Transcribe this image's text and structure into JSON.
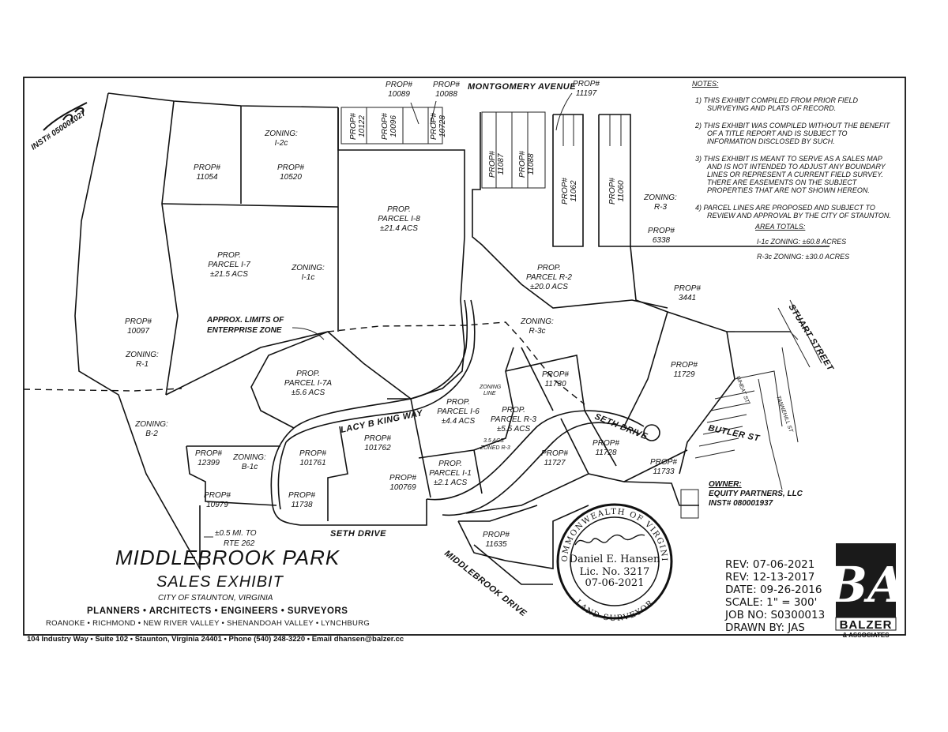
{
  "title": {
    "line1": "MIDDLEBROOK PARK",
    "line2": "SALES EXHIBIT",
    "city": "CITY OF STAUNTON, VIRGINIA"
  },
  "firm": {
    "services": "PLANNERS • ARCHITECTS • ENGINEERS • SURVEYORS",
    "branches": "ROANOKE • RICHMOND • NEW RIVER VALLEY • SHENANDOAH VALLEY • LYNCHBURG",
    "address": "104 Industry Way • Suite 102 • Staunton, Virginia 24401 • Phone (540) 248-3220 • Email dhansen@balzer.cc",
    "logo_letters": "BA",
    "logo_name": "BALZER",
    "logo_sub": "& ASSOCIATES"
  },
  "revisions": {
    "rev1": "REV: 07-06-2021",
    "rev2": "REV: 12-13-2017",
    "date": "DATE: 09-26-2016",
    "scale": "SCALE: 1\" = 300'",
    "job": "JOB NO: S0300013",
    "drawn": "DRAWN BY: JAS"
  },
  "seal": {
    "ring_top": "COMMONWEALTH OF VIRGINIA",
    "ring_bottom": "LAND SURVEYOR",
    "name": "Daniel E. Hansen",
    "license": "Lic. No. 3217",
    "date": "07-06-2021"
  },
  "notes": {
    "heading": "NOTES:",
    "items": [
      [
        "1)  THIS EXHIBIT COMPILED FROM PRIOR FIELD",
        "SURVEYING AND PLATS OF RECORD."
      ],
      [
        "2)  THIS EXHIBIT WAS COMPILED WITHOUT THE BENEFIT",
        "OF A TITLE REPORT AND IS SUBJECT TO",
        "INFORMATION DISCLOSED BY SUCH."
      ],
      [
        "3)  THIS EXHIBIT IS MEANT TO SERVE AS A SALES MAP",
        "AND IS NOT INTENDED TO ADJUST ANY BOUNDARY",
        "LINES OR REPRESENT A CURRENT FIELD SURVEY.",
        "THERE ARE EASEMENTS ON THE SUBJECT",
        "PROPERTIES THAT ARE NOT SHOWN HEREON."
      ],
      [
        "4)  PARCEL LINES ARE PROPOSED AND SUBJECT TO",
        "REVIEW AND APPROVAL BY THE CITY OF STAUNTON."
      ]
    ],
    "area_heading": "AREA TOTALS:",
    "area1": "I-1c ZONING: ±60.8 ACRES",
    "area2": "R-3c ZONING: ±30.0 ACRES"
  },
  "owner": {
    "heading": "OWNER:",
    "name": "EQUITY PARTNERS, LLC",
    "inst": "INST# 080001937"
  },
  "inst_top": "INST# 050001027",
  "streets": {
    "montgomery": "MONTGOMERY AVENUE",
    "lacy": "LACY B KING WAY",
    "seth1": "SETH DRIVE",
    "seth2": "SETH DRIVE",
    "middlebrook": "MIDDLEBROOK DRIVE",
    "stuart": "STUART STREET",
    "butler": "BUTLER ST",
    "wheat": "WHEAT ST",
    "tannehill": "TANNEHILL ST"
  },
  "labels": {
    "rte1": "±0.5 MI. TO",
    "rte2": "RTE 262",
    "enterprise1": "APPROX. LIMITS OF",
    "enterprise2": "ENTERPRISE ZONE",
    "zoning_line1": "ZONING",
    "zoning_line2": "LINE",
    "acs_zoned1": "3.5 ACS",
    "acs_zoned2": "ZONED R-3"
  },
  "parcels": {
    "p10089": [
      "PROP#",
      "10089"
    ],
    "p10088": [
      "PROP#",
      "10088"
    ],
    "p11197": [
      "PROP#",
      "11197"
    ],
    "p11054": [
      "PROP#",
      "11054"
    ],
    "p10520": [
      "PROP#",
      "10520"
    ],
    "z12c": [
      "ZONING:",
      "I-2c"
    ],
    "pI8": [
      "PROP.",
      "PARCEL I-8",
      "±21.4 ACS"
    ],
    "pI7": [
      "PROP.",
      "PARCEL I-7",
      "±21.5 ACS"
    ],
    "z11c": [
      "ZONING:",
      "I-1c"
    ],
    "p10097": [
      "PROP#",
      "10097"
    ],
    "zR1": [
      "ZONING:",
      "R-1"
    ],
    "zB2": [
      "ZONING:",
      "B-2"
    ],
    "pI7A": [
      "PROP.",
      "PARCEL I-7A",
      "±5.6 ACS"
    ],
    "pR2": [
      "PROP.",
      "PARCEL R-2",
      "±20.0 ACS"
    ],
    "zR3c": [
      "ZONING:",
      "R-3c"
    ],
    "zR3": [
      "ZONING:",
      "R-3"
    ],
    "p6338": [
      "PROP#",
      "6338"
    ],
    "p3441": [
      "PROP#",
      "3441"
    ],
    "p11729": [
      "PROP#",
      "11729"
    ],
    "p11730": [
      "PROP#",
      "11730"
    ],
    "pI6": [
      "PROP.",
      "PARCEL I-6",
      "±4.4 ACS"
    ],
    "pR3": [
      "PROP.",
      "PARCEL R-3",
      "±5.5 ACS"
    ],
    "p12399": [
      "PROP#",
      "12399"
    ],
    "zB1c": [
      "ZONING:",
      "B-1c"
    ],
    "p101761": [
      "PROP#",
      "101761"
    ],
    "p101762": [
      "PROP#",
      "101762"
    ],
    "pI1": [
      "PROP.",
      "PARCEL I-1",
      "±2.1 ACS"
    ],
    "p100769": [
      "PROP#",
      "100769"
    ],
    "p11727": [
      "PROP#",
      "11727"
    ],
    "p11728": [
      "PROP#",
      "11728"
    ],
    "p11733": [
      "PROP#",
      "11733"
    ],
    "p10979": [
      "PROP#",
      "10979"
    ],
    "p11738": [
      "PROP#",
      "11738"
    ],
    "p11635": [
      "PROP#",
      "11635"
    ]
  },
  "strip_parcels": {
    "s10122": [
      "PROP#",
      "10122"
    ],
    "s10096": [
      "PROP#",
      "10096"
    ],
    "s10728": [
      "PROP#",
      "10728"
    ],
    "s11087": [
      "PROP#",
      "11087"
    ],
    "s11088": [
      "PROP#",
      "11088"
    ],
    "s11062": [
      "PROP#",
      "11062"
    ],
    "s11060": [
      "PROP#",
      "11060"
    ]
  }
}
